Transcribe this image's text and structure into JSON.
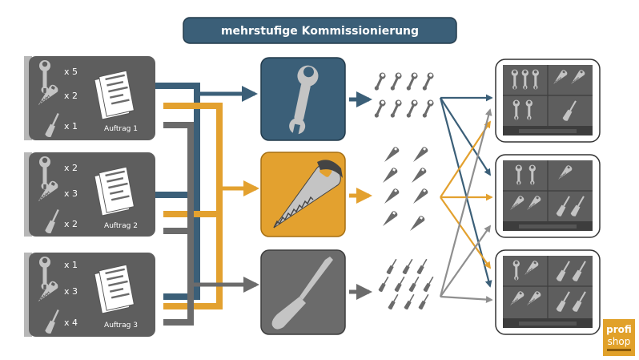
{
  "title": "mehrstufige Kommissionierung",
  "colors": {
    "blue": "#3b5f78",
    "orange": "#e3a12f",
    "gray": "#6b6b6b",
    "grayLight": "#8f8f8f",
    "panel": "#5e5e5e",
    "panelEdge": "#b7b7b7",
    "tool": "#c4c4c4",
    "brand": "#e1a12a"
  },
  "orders": [
    {
      "label": "Auftrag 1",
      "counts": [
        "x 5",
        "x 2",
        "x 1"
      ]
    },
    {
      "label": "Auftrag 2",
      "counts": [
        "x 2",
        "x 3",
        "x 2"
      ]
    },
    {
      "label": "Auftrag 3",
      "counts": [
        "x 1",
        "x 3",
        "x 4"
      ]
    }
  ],
  "logo": {
    "line1": "profi",
    "line2": "shop"
  }
}
